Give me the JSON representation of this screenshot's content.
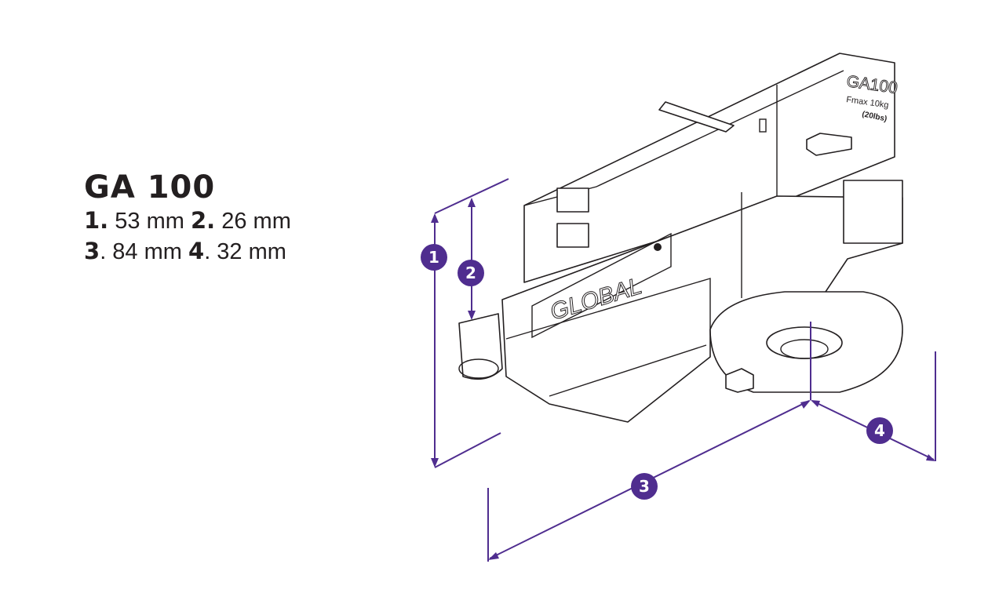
{
  "product": {
    "title": "GA 100",
    "dimensions": [
      {
        "num": "1.",
        "value": "53 mm"
      },
      {
        "num": "2.",
        "value": "26 mm"
      },
      {
        "num": "3",
        "value": ". 84 mm"
      },
      {
        "num": "4",
        "value": ". 32 mm"
      }
    ]
  },
  "drawing": {
    "logo": "GLOBAL",
    "label_model": "GA100",
    "label_load": "Fmax 10kg",
    "label_load_sub": "(20lbs)",
    "badges": [
      "1",
      "2",
      "3",
      "4"
    ],
    "dimension_color": "#4f2d8f"
  }
}
